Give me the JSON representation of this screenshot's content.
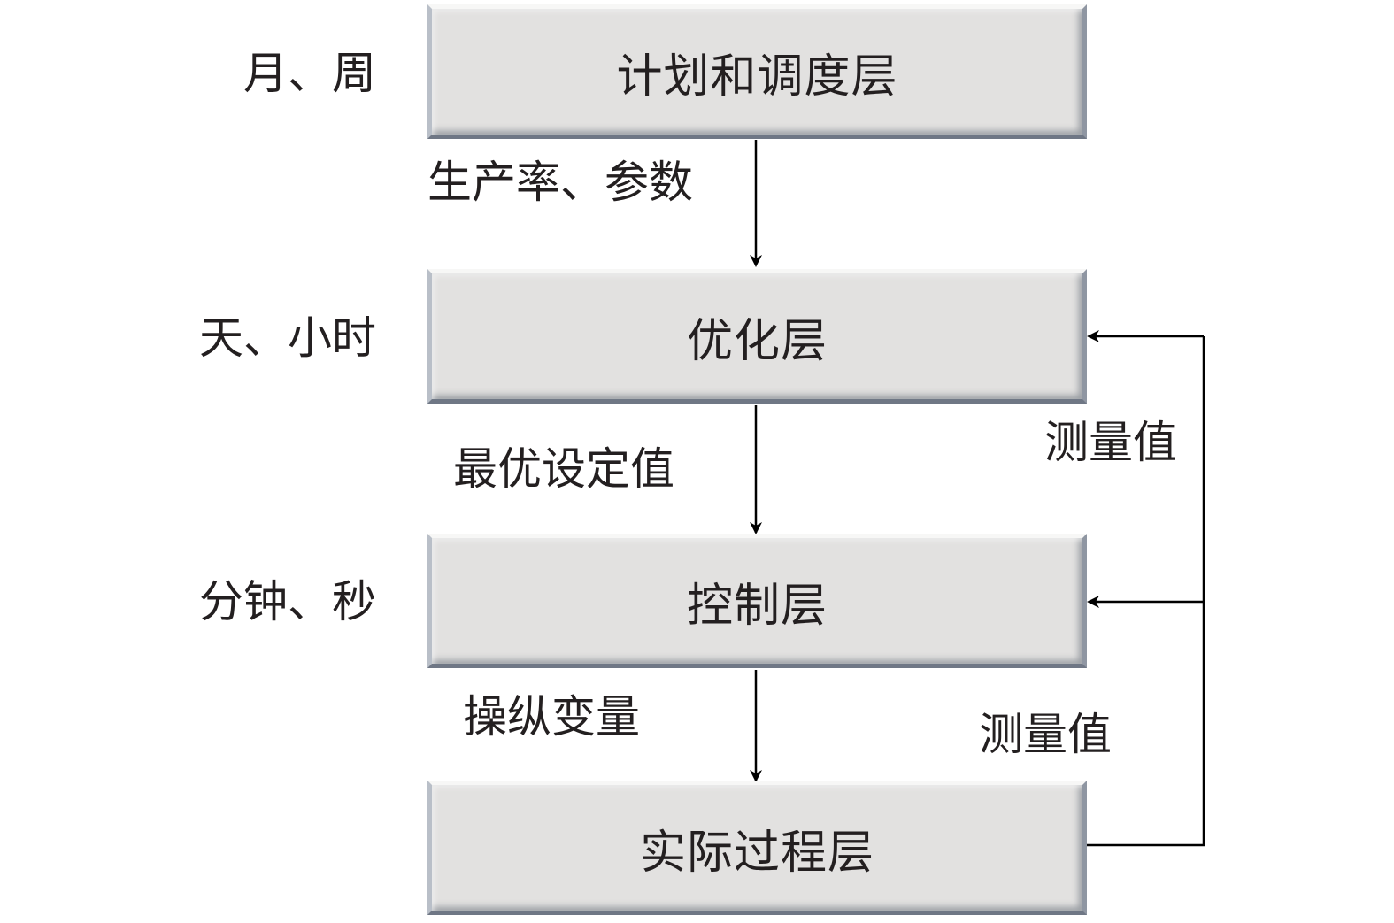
{
  "layers": {
    "planning": "计划和调度层",
    "optimization": "优化层",
    "control": "控制层",
    "process": "实际过程层"
  },
  "time_scales": {
    "planning": "月、周",
    "optimization": "天、小时",
    "control": "分钟、秒"
  },
  "flows": {
    "planning_to_optimization": "生产率、参数",
    "optimization_to_control": "最优设定值",
    "control_to_process": "操纵变量",
    "feedback_upper": "测量值",
    "feedback_lower": "测量值"
  }
}
